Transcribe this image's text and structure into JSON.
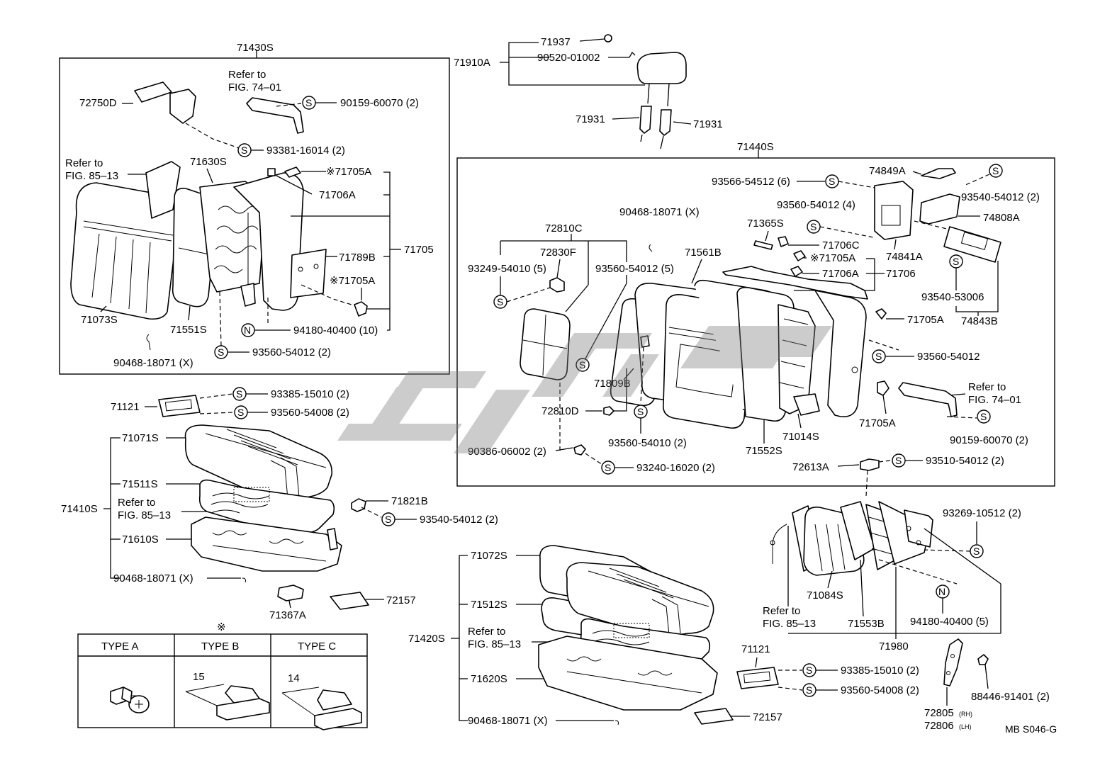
{
  "groups": {
    "g71430S": "71430S",
    "g71440S": "71440S",
    "g71410S": "71410S",
    "g71420S": "71420S",
    "g71910A": "71910A"
  },
  "labels": {
    "p72750D": "72750D",
    "refer_fig7401_a": "Refer to",
    "refer_fig7401_b": "FIG. 74–01",
    "p90159_60070": "90159-60070 (2)",
    "p93381_16014": "93381-16014 (2)",
    "refer_fig8513_a": "Refer to",
    "refer_fig8513_b": "FIG. 85–13",
    "p71630S": "71630S",
    "p71705A_1": "※71705A",
    "p71706A_1": "71706A",
    "p71705": "71705",
    "p71789B": "71789B",
    "p71705A_2": "※71705A",
    "p71073S": "71073S",
    "p71551S": "71551S",
    "p94180_40400_10": "94180-40400 (10)",
    "p90468_18071_a": "90468-18071 (X)",
    "p93560_54012_2a": "93560-54012 (2)",
    "p71937": "71937",
    "p90520_01002": "90520-01002",
    "p71931_a": "71931",
    "p71931_b": "71931",
    "p93566_54512": "93566-54512 (6)",
    "p74849A": "74849A",
    "p93540_54012_2a": "93540-54012 (2)",
    "p74808A": "74808A",
    "p90468_18071_b": "90468-18071 (X)",
    "p93560_54012_4": "93560-54012 (4)",
    "p71365S": "71365S",
    "p74841A": "74841A",
    "p72810C": "72810C",
    "p71706C": "71706C",
    "p72830F": "72830F",
    "p71561B": "71561B",
    "p71705A_3": "※71705A",
    "p93249_54010": "93249-54010 (5)",
    "p93560_54012_5": "93560-54012 (5)",
    "p71706A_2": "71706A",
    "p71706": "71706",
    "p93540_53006": "93540-53006",
    "p74843B": "74843B",
    "p71705A_4": "71705A",
    "p93560_54012": "93560-54012",
    "p71809B": "71809B",
    "refer_fig7401_c": "Refer to",
    "refer_fig7401_d": "FIG. 74–01",
    "p72810D": "72810D",
    "p71014S": "71014S",
    "p71705A_5": "71705A",
    "p93560_54010": "93560-54010 (2)",
    "p90159_60070_b": "90159-60070 (2)",
    "p71552S": "71552S",
    "p90386_06002": "90386-06002 (2)",
    "p93240_16020": "93240-16020 (2)",
    "p72613A": "72613A",
    "p93510_54012": "93510-54012 (2)",
    "p71121_a": "71121",
    "p93385_15010_a": "93385-15010 (2)",
    "p93560_54008_a": "93560-54008 (2)",
    "p71071S": "71071S",
    "p71511S": "71511S",
    "refer_fig8513_c": "Refer to",
    "refer_fig8513_d": "FIG. 85–13",
    "p71821B": "71821B",
    "p93540_54012_2b": "93540-54012 (2)",
    "p71610S": "71610S",
    "p90468_18071_c": "90468-18071 (X)",
    "p71367A": "71367A",
    "p72157_a": "72157",
    "p93269_10512": "93269-10512 (2)",
    "p71072S": "71072S",
    "p71512S": "71512S",
    "refer_fig8513_e": "Refer to",
    "refer_fig8513_f": "FIG. 85–13",
    "p71620S": "71620S",
    "p90468_18071_d": "90468-18071 (X)",
    "p72157_b": "72157",
    "p71084S": "71084S",
    "refer_fig8513_g": "Refer to",
    "refer_fig8513_h": "FIG. 85–13",
    "p71553B": "71553B",
    "p94180_40400_5": "94180-40400 (5)",
    "p71980": "71980",
    "p71121_b": "71121",
    "p93385_15010_b": "93385-15010 (2)",
    "p93560_54008_b": "93560-54008 (2)",
    "p88446_91401": "88446-91401 (2)",
    "p72805": "72805",
    "p72805_sfx": "(RH)",
    "p72806": "72806",
    "p72806_sfx": "(LH)",
    "code": "MB S046-G"
  },
  "type_table": {
    "marker": "※",
    "headers": [
      "TYPE A",
      "TYPE B",
      "TYPE C"
    ],
    "dim_b": "15",
    "dim_c": "14"
  },
  "symbols": {
    "s": "S",
    "n": "N"
  }
}
